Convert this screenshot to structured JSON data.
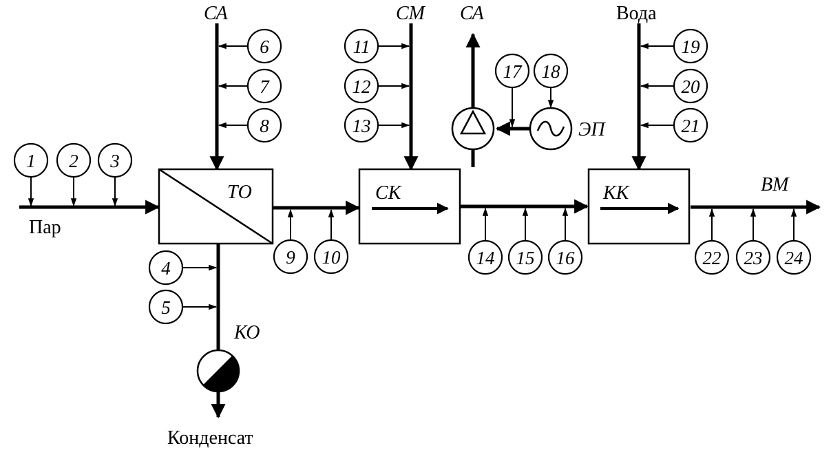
{
  "labels": {
    "steam_in": "Пар",
    "condensate_out": "Конденсат",
    "water_in": "Вода",
    "sa_top_left": "СА",
    "sm_top": "СМ",
    "sa_top_pump": "СА",
    "ko": "КО",
    "ep": "ЭП",
    "vm": "ВМ"
  },
  "units": {
    "to": "ТО",
    "sk": "СК",
    "kk": "КК"
  },
  "sensors": [
    "1",
    "2",
    "3",
    "4",
    "5",
    "6",
    "7",
    "8",
    "9",
    "10",
    "11",
    "12",
    "13",
    "14",
    "15",
    "16",
    "17",
    "18",
    "19",
    "20",
    "21",
    "22",
    "23",
    "24"
  ]
}
